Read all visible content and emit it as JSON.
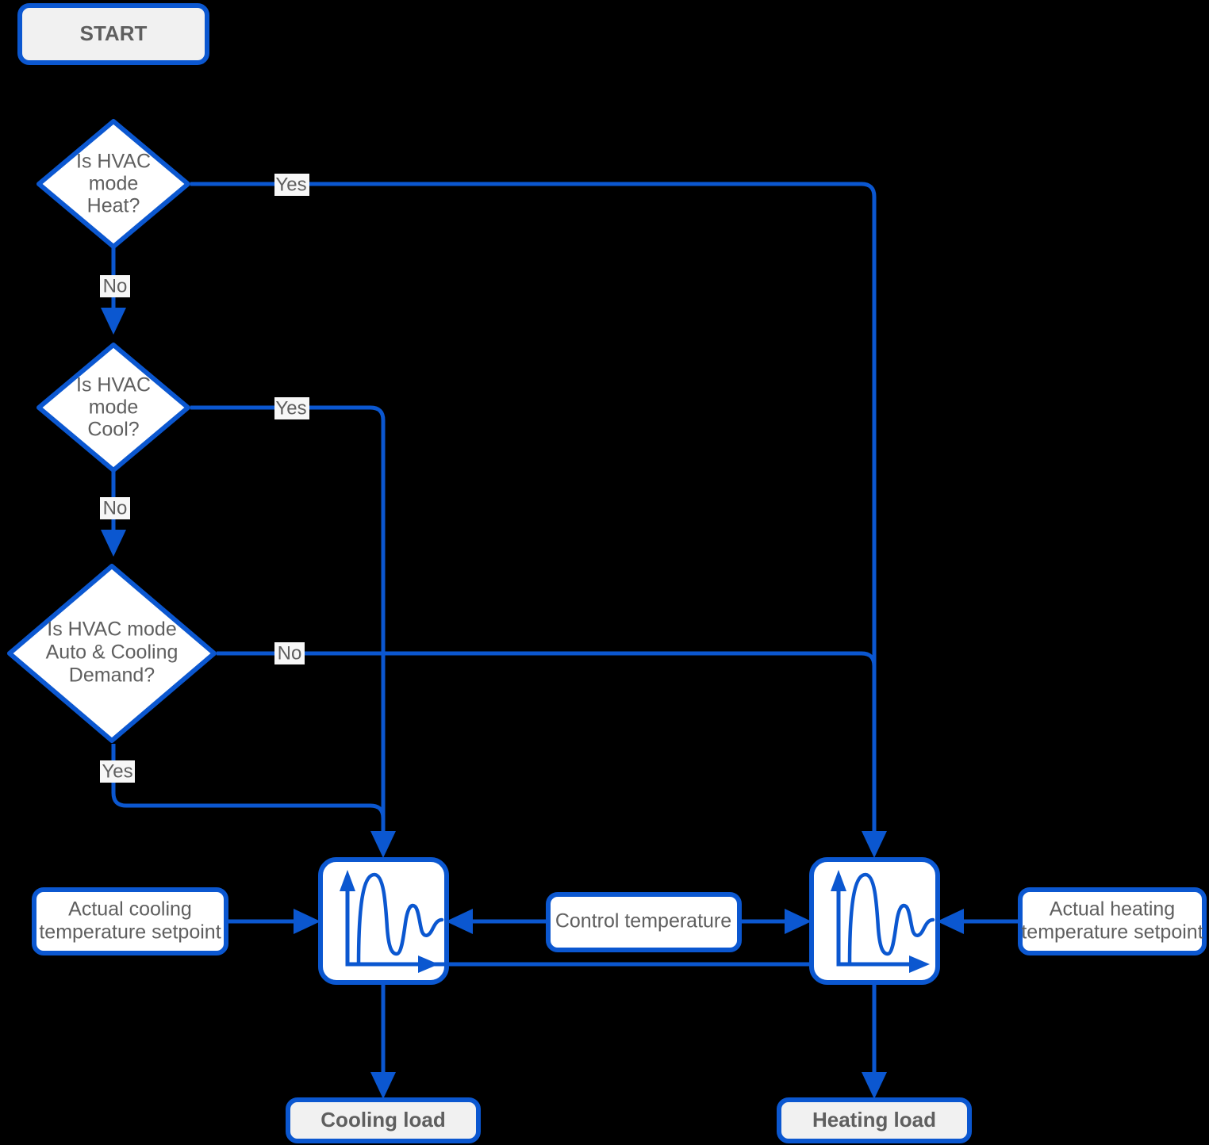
{
  "diagram": {
    "title": "HVAC mode decision flowchart",
    "colors": {
      "accent": "#0b57d0",
      "terminal_fill": "#f1f1f1",
      "node_fill": "#ffffff",
      "text": "#5f5f5f",
      "background": "#000000",
      "edge_label_bg": "#f7f7f7"
    }
  },
  "nodes": {
    "start": {
      "label": "START"
    },
    "decision_heat": {
      "label_line1": "Is HVAC",
      "label_line2": "mode",
      "label_line3": "Heat?"
    },
    "decision_cool": {
      "label_line1": "Is HVAC",
      "label_line2": "mode",
      "label_line3": "Cool?"
    },
    "decision_auto": {
      "label_line1": "Is HVAC mode",
      "label_line2": "Auto & Cooling",
      "label_line3": "Demand?"
    },
    "cooling_setpoint": {
      "label_line1": "Actual cooling",
      "label_line2": "temperature setpoint"
    },
    "heating_setpoint": {
      "label_line1": "Actual heating",
      "label_line2": "temperature setpoint"
    },
    "control_temperature": {
      "label": "Control temperature"
    },
    "cooling_controller": {
      "icon": "pid-response-curve-icon"
    },
    "heating_controller": {
      "icon": "pid-response-curve-icon"
    },
    "cooling_load": {
      "label": "Cooling load"
    },
    "heating_load": {
      "label": "Heating load"
    }
  },
  "edge_labels": {
    "heat_yes": "Yes",
    "heat_no": "No",
    "cool_yes": "Yes",
    "cool_no": "No",
    "auto_no": "No",
    "auto_yes": "Yes"
  }
}
